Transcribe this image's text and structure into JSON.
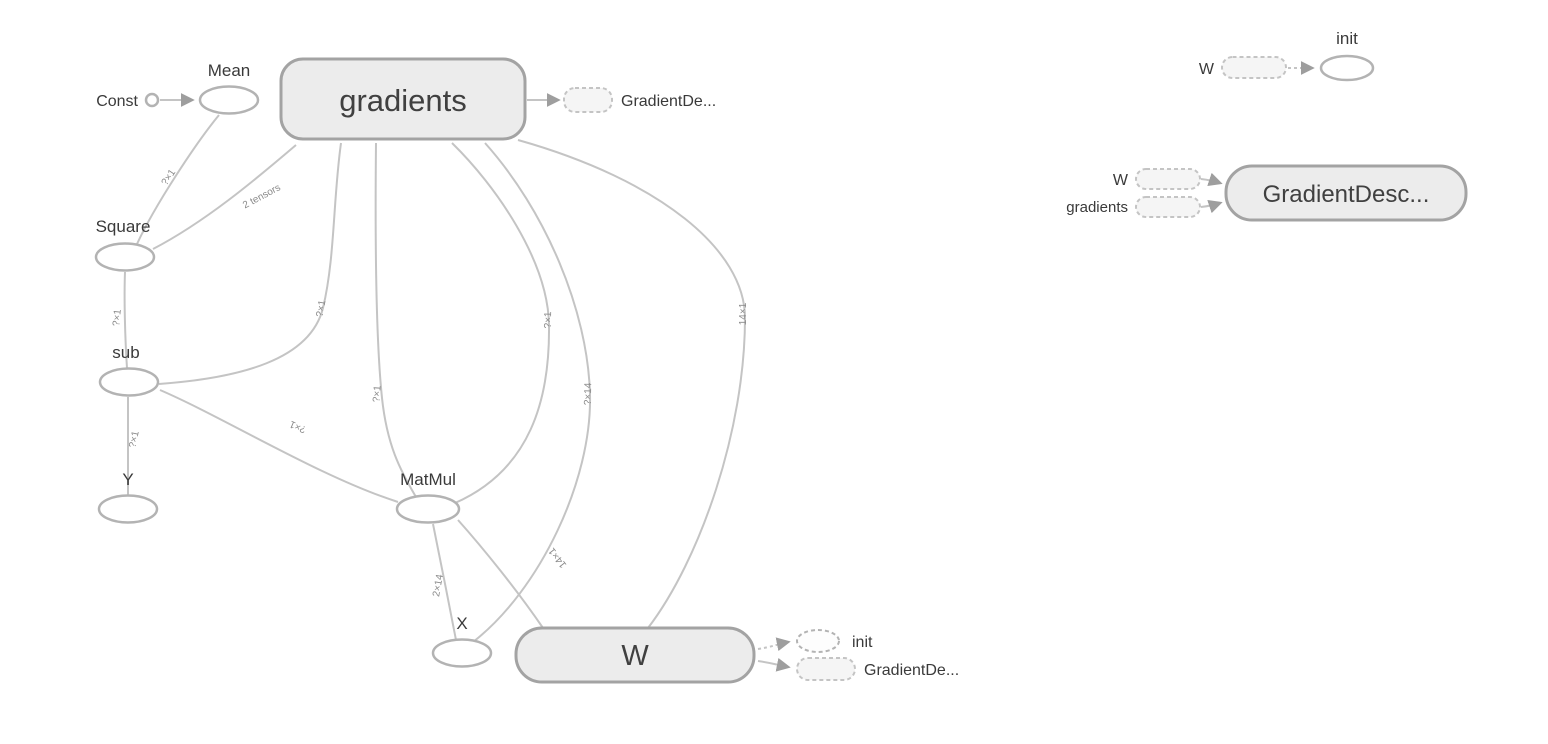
{
  "graph": {
    "main": {
      "nodes": {
        "const": "Const",
        "mean": "Mean",
        "gradients": "gradients",
        "gradients_output": "GradientDe...",
        "square": "Square",
        "sub": "sub",
        "y": "Y",
        "matmul": "MatMul",
        "x": "X",
        "w": "W",
        "w_output_init": "init",
        "w_output_grad": "GradientDe..."
      },
      "edge_labels": {
        "square_to_mean": "?×1",
        "square_to_gradients": "2 tensors",
        "sub_to_square": "?×1",
        "y_to_sub": "?×1",
        "matmul_to_sub": "?×1",
        "sub_to_gradients": "?×1",
        "matmul_to_gradients_a": "?×1",
        "matmul_to_gradients_b": "?×1",
        "x_to_gradients": "?×14",
        "w_to_gradients": "14×1",
        "x_to_matmul": "2×14",
        "w_to_matmul": "14×1"
      }
    },
    "aux": {
      "init_node": "init",
      "init_input_w": "W",
      "gradient_descent_node": "GradientDesc...",
      "gd_input_w": "W",
      "gd_input_gradients": "gradients"
    }
  },
  "colors": {
    "big_node_fill": "#ececec",
    "big_node_stroke": "#a3a3a3",
    "ellipse_fill": "#ffffff",
    "ellipse_stroke": "#b3b3b3",
    "edge": "#c4c4c4",
    "label_text": "#3a3a3a",
    "edge_label_text": "#8a8a8a",
    "background": "#ffffff"
  }
}
